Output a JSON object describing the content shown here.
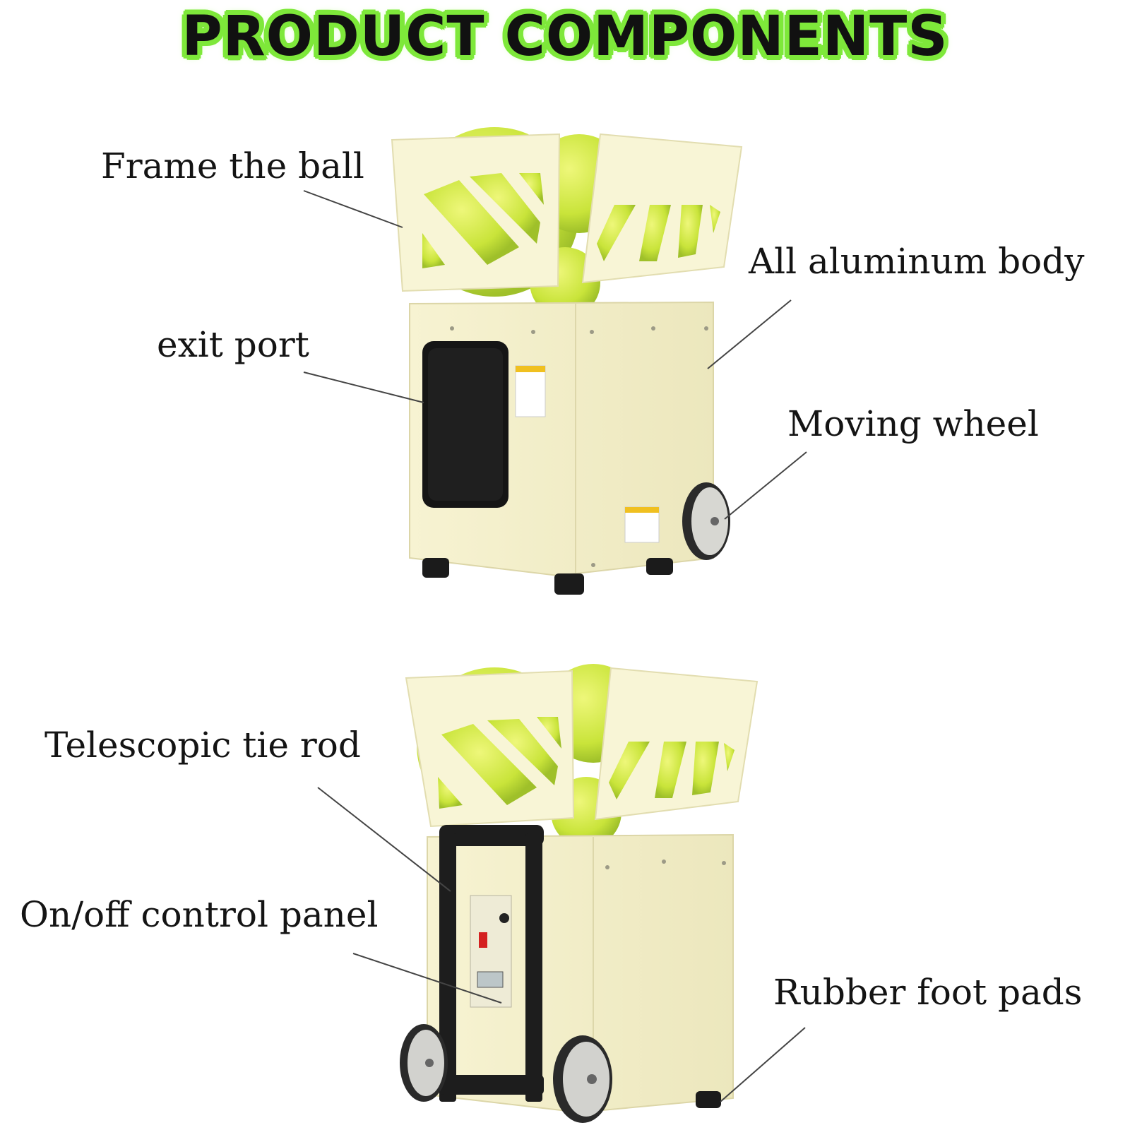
{
  "title": "PRODUCT COMPONENTS",
  "labels": {
    "frame_ball": "Frame the ball",
    "aluminum_body": "All aluminum body",
    "exit_port": "exit port",
    "moving_wheel": "Moving wheel",
    "tie_rod": "Telescopic tie rod",
    "control_panel": "On/off control panel",
    "foot_pads": "Rubber foot pads"
  },
  "colors": {
    "title_glow": "#7ee83a",
    "machine_body": "#f6f2cc",
    "tennis_ball": "#c9e43a"
  }
}
